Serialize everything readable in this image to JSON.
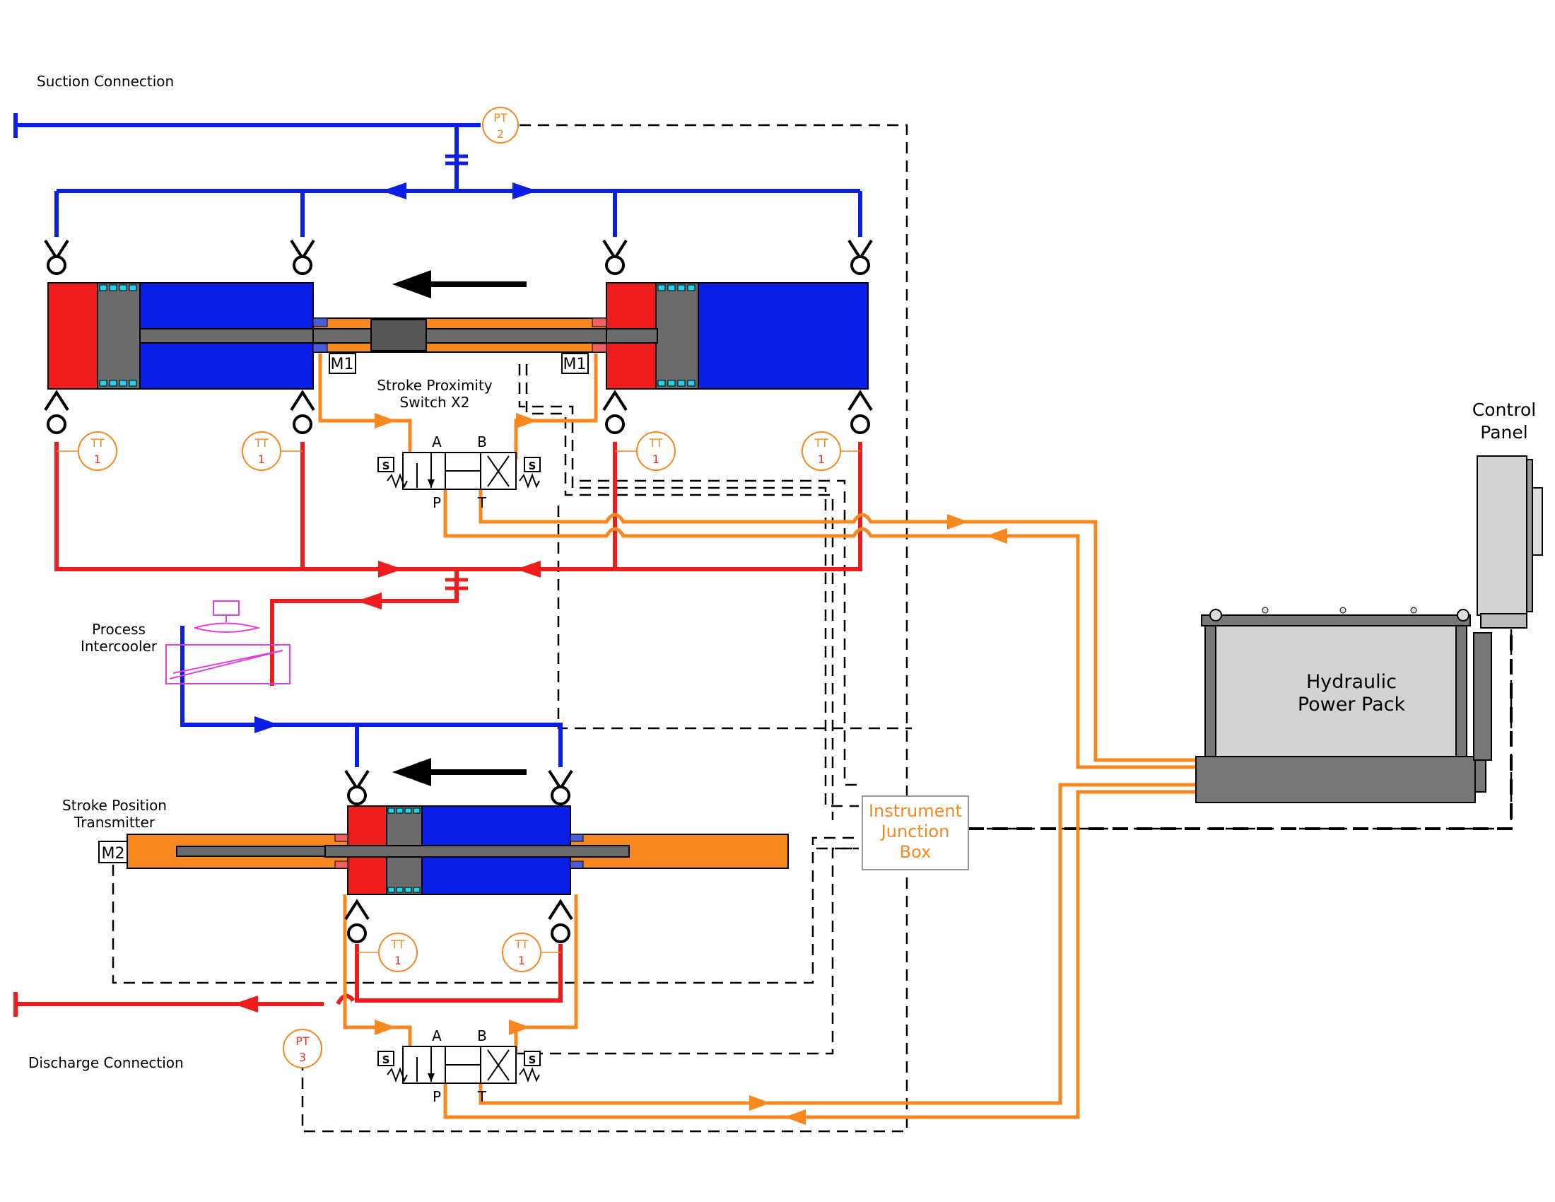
{
  "labels": {
    "suction": "Suction Connection",
    "discharge": "Discharge Connection",
    "stroke_prox_1": "Stroke Proximity",
    "stroke_prox_2": "Switch X2",
    "intercooler_1": "Process",
    "intercooler_2": "Intercooler",
    "spt_1": "Stroke Position",
    "spt_2": "Transmitter",
    "control_1": "Control",
    "control_2": "Panel",
    "hpp_1": "Hydraulic",
    "hpp_2": "Power Pack",
    "ijb_1": "Instrument",
    "ijb_2": "Junction",
    "ijb_3": "Box"
  },
  "markers": {
    "m1": "M1",
    "m2": "M2"
  },
  "instruments": {
    "pt2_top": "PT",
    "pt2_bot": "2",
    "pt3_top": "PT",
    "pt3_bot": "3",
    "tt_top": "TT",
    "tt_bot": "1"
  },
  "valve": {
    "a": "A",
    "b": "B",
    "p": "P",
    "t": "T",
    "s": "S"
  },
  "colors": {
    "suction_blue": "#0a1ee6",
    "discharge_red": "#ee1c1c",
    "hydraulic_orange": "#f7871f",
    "cyan": "#22d3ee",
    "gray": "#6b6b6b",
    "intercooler_magenta": "#e040e0"
  }
}
